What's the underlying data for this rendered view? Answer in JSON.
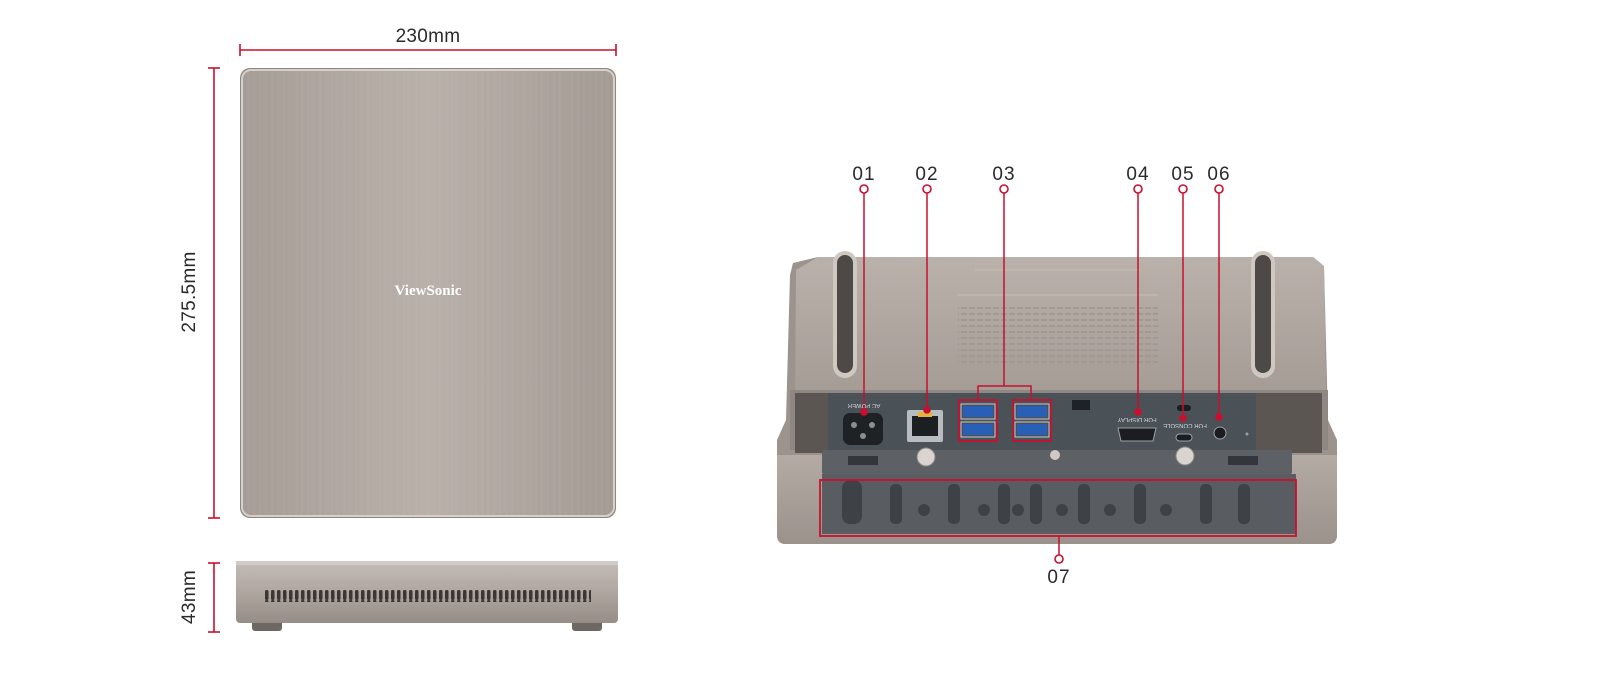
{
  "dimensions": {
    "width": "230mm",
    "depth": "275.5mm",
    "height": "43mm"
  },
  "top_view": {
    "logo": "ViewSonic"
  },
  "rear_panel": {
    "ac_label": "AC POWER",
    "display_label": "FOR DISPLAY",
    "console_label": "FOR CONSOLE"
  },
  "callouts": [
    "01",
    "02",
    "03",
    "04",
    "05",
    "06",
    "07"
  ],
  "colors": {
    "accent": "#c8102e",
    "chassis": "#b4aca5",
    "panel": "#4a5157"
  }
}
